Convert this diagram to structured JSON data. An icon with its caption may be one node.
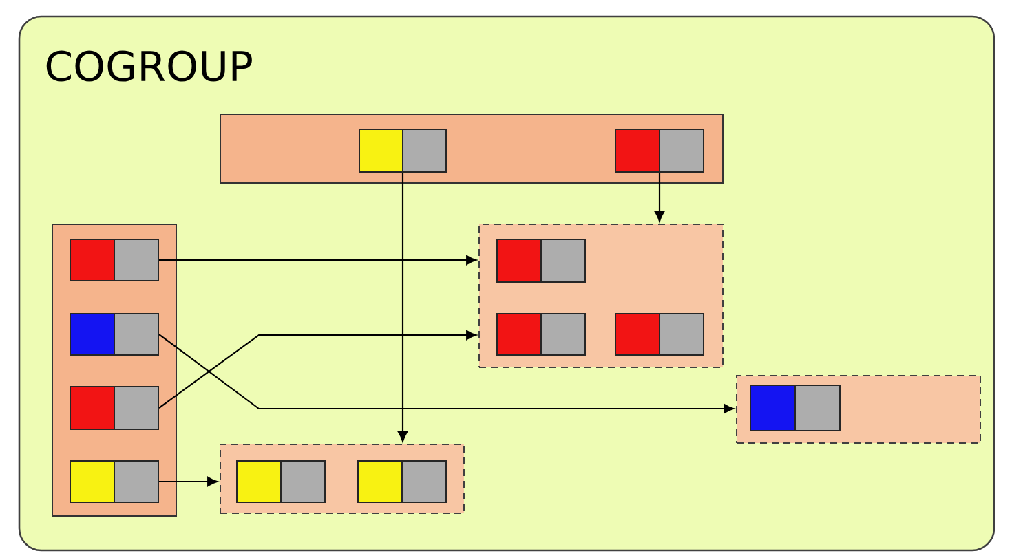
{
  "diagram": {
    "nodes": [
      {
        "text": [
          "COGROUP"
        ]
      },
      {
        "text": [],
        "shape": "box",
        "in": 0
      },
      {
        "text": [],
        "shape": "box",
        "in": 1
      },
      {
        "text": [],
        "shape": "box",
        "in": 1
      },
      {
        "text": [],
        "shape": "box",
        "in": 0
      },
      {
        "text": [],
        "shape": "box",
        "in": 4
      },
      {
        "text": [],
        "shape": "box",
        "in": 4
      },
      {
        "text": [],
        "shape": "box",
        "in": 4
      },
      {
        "text": [],
        "shape": "box",
        "in": 4
      },
      {
        "text": [],
        "shape": "box",
        "in": 0
      },
      {
        "text": [],
        "shape": "box",
        "in": 9
      },
      {
        "text": [],
        "shape": "box",
        "in": 9
      },
      {
        "text": [],
        "shape": "box",
        "in": 9
      },
      {
        "text": [],
        "shape": "box",
        "in": 0
      },
      {
        "text": [],
        "shape": "box",
        "in": 13
      },
      {
        "text": [],
        "shape": "box",
        "in": 0
      },
      {
        "text": [],
        "shape": "box",
        "in": 15
      },
      {
        "text": [],
        "shape": "box",
        "in": 15
      }
    ],
    "edges": [
      {
        "from": 3,
        "to": 9,
        "arrow": "to"
      },
      {
        "from": 2,
        "to": 15,
        "arrow": "to"
      },
      {
        "from": 5,
        "to": 9,
        "arrow": "to"
      },
      {
        "from": 7,
        "to": 9,
        "arrow": "to"
      },
      {
        "from": 6,
        "to": 13,
        "arrow": "to"
      },
      {
        "from": 8,
        "to": 15,
        "arrow": "to"
      }
    ]
  }
}
